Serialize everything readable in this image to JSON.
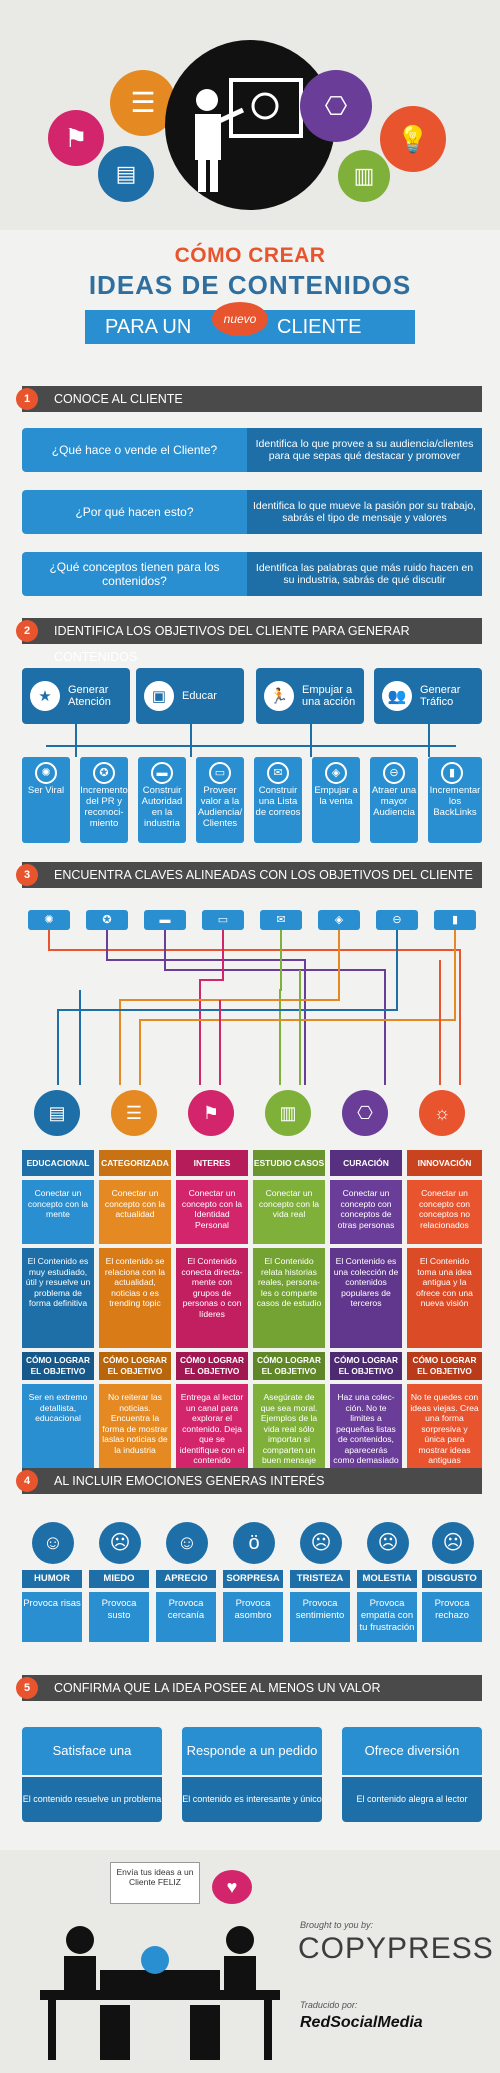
{
  "title": {
    "line1": "CÓMO CREAR",
    "line2": "IDEAS DE CONTENIDOS",
    "ribbon_left": "PARA UN",
    "ribbon_badge": "nuevo",
    "ribbon_right": "CLIENTE"
  },
  "section1": {
    "num": "1",
    "title": "CONOCE AL CLIENTE",
    "rows": [
      {
        "q": "¿Qué hace o vende el Cliente?",
        "a": "Identifica lo que provee a su audiencia/clientes para que sepas qué destacar y promover"
      },
      {
        "q": "¿Por qué hacen esto?",
        "a": "Identifica lo que mueve la pasión por su trabajo, sabrás el tipo de mensaje y valores"
      },
      {
        "q": "¿Qué conceptos tienen para los contenidos?",
        "a": "Identifica las palabras que más ruido hacen en su industria, sabrás de qué discutir"
      }
    ]
  },
  "section2": {
    "num": "2",
    "title": "IDENTIFICA LOS OBJETIVOS DEL CLIENTE PARA GENERAR CONTENIDOS",
    "objectives": [
      {
        "label": "Generar Atención",
        "icon": "star-icon"
      },
      {
        "label": "Educar",
        "icon": "presentation-icon"
      },
      {
        "label": "Empujar a una acción",
        "icon": "runner-icon"
      },
      {
        "label": "Generar Tráfico",
        "icon": "people-icon"
      }
    ],
    "subgoals": [
      "Ser Viral",
      "Incremento del PR y reconoci-miento",
      "Construir Autoridad en la industria",
      "Proveer valor a la Audiencia/ Clientes",
      "Construir una Lista de correos",
      "Empujar a la venta",
      "Atraer una mayor Audiencia",
      "Incrementar los BackLinks"
    ]
  },
  "section3": {
    "num": "3",
    "title": "ENCUENTRA CLAVES ALINEADAS CON LOS OBJETIVOS DEL CLIENTE",
    "types": [
      {
        "label": "EDUCACIONAL",
        "color": "#1e6fa8",
        "icon": "book-icon",
        "b1": "Conectar un concepto con la mente",
        "b2": "El Contenido es muy estudiado, útil y resuelve un problema de forma definitiva",
        "b3": "CÓMO LOGRAR EL OBJETIVO",
        "b4": "Ser en extremo detallista, educacional"
      },
      {
        "label": "CATEGORIZADA",
        "color": "#e58a22",
        "icon": "list-icon",
        "b1": "Conectar un concepto con la actualidad",
        "b2": "El contenido se relaciona con la actualidad, noticias o es trending topic",
        "b3": "CÓMO LOGRAR EL OBJETIVO",
        "b4": "No reiterar las noticias. Encuentra la forma de mostrar laslas noticias de la industria"
      },
      {
        "label": "INTERES PROPIO",
        "color": "#d3256b",
        "icon": "flag-icon",
        "b1": "Conectar un concepto con la Identidad Personal",
        "b2": "El Contenido conecta directa-mente con grupos de personas o con líderes",
        "b3": "CÓMO LOGRAR EL OBJETIVO",
        "b4": "Entrega al lector un canal para explorar el contenido. Deja que se identifique con el contenido"
      },
      {
        "label": "ESTUDIO CASOS",
        "color": "#7fb03a",
        "icon": "open-book-icon",
        "b1": "Conectar un concepto con la vida real",
        "b2": "El Contenido relata historias reales, persona-les o comparte casos de estudio",
        "b3": "CÓMO LOGRAR EL OBJETIVO",
        "b4": "Asegúrate de que sea moral. Ejemplos de la vida real sólo importan si comparten un buen mensaje"
      },
      {
        "label": "CURACIÓN",
        "color": "#6a3d99",
        "icon": "network-icon",
        "b1": "Conectar un concepto con conceptos de otras personas",
        "b2": "El Contenido es una colección de contenidos populares de terceros",
        "b3": "CÓMO LOGRAR EL OBJETIVO",
        "b4": "Haz una colec-ción. No te limites a pequeñas listas de contenidos, aparecerás como demasiado repetitivo"
      },
      {
        "label": "INNOVACIÓN",
        "color": "#e8542e",
        "icon": "lightbulb-icon",
        "b1": "Conectar un concepto con conceptos no relacionados",
        "b2": "El Contenido toma una idea antigua y la ofrece con una nueva visión",
        "b3": "CÓMO LOGRAR EL OBJETIVO",
        "b4": "No te quedes con ideas viejas. Crea una forma sorpresiva y única para mostrar ideas antiguas"
      }
    ]
  },
  "section4": {
    "num": "4",
    "title": "AL INCLUIR EMOCIONES GENERAS INTERÉS",
    "emotions": [
      {
        "label": "HUMOR",
        "desc": "Provoca risas",
        "face": "happy-face-icon"
      },
      {
        "label": "MIEDO",
        "desc": "Provoca susto",
        "face": "scared-face-icon"
      },
      {
        "label": "APRECIO",
        "desc": "Provoca cercanía",
        "face": "smile-face-icon"
      },
      {
        "label": "SORPRESA",
        "desc": "Provoca asombro",
        "face": "surprised-face-icon"
      },
      {
        "label": "TRISTEZA",
        "desc": "Provoca sentimiento",
        "face": "sad-face-icon"
      },
      {
        "label": "MOLESTIA",
        "desc": "Provoca empatía con tu frustración",
        "face": "annoyed-face-icon"
      },
      {
        "label": "DISGUSTO",
        "desc": "Provoca rechazo",
        "face": "disgusted-face-icon"
      }
    ]
  },
  "section5": {
    "num": "5",
    "title": "CONFIRMA QUE LA IDEA POSEE AL MENOS UN VALOR",
    "values": [
      {
        "top": "Satisface una necesidad",
        "bottom": "El contenido resuelve un problema"
      },
      {
        "top": "Responde a un pedido",
        "bottom": "El contenido es interesante y único"
      },
      {
        "top": "Ofrece diversión",
        "bottom": "El contenido alegra al lector"
      }
    ]
  },
  "footer": {
    "bubble": "Envía tus ideas a un Cliente FELIZ",
    "brought": "Brought to you by:",
    "brand": "COPYPRESS",
    "translated": "Traducido por:",
    "translator": "RedSocialMedia"
  },
  "colors": {
    "orange": "#e8542e",
    "blue": "#2a8fd0",
    "darkblue": "#1e6fa8",
    "dark": "#4a4a4a"
  }
}
